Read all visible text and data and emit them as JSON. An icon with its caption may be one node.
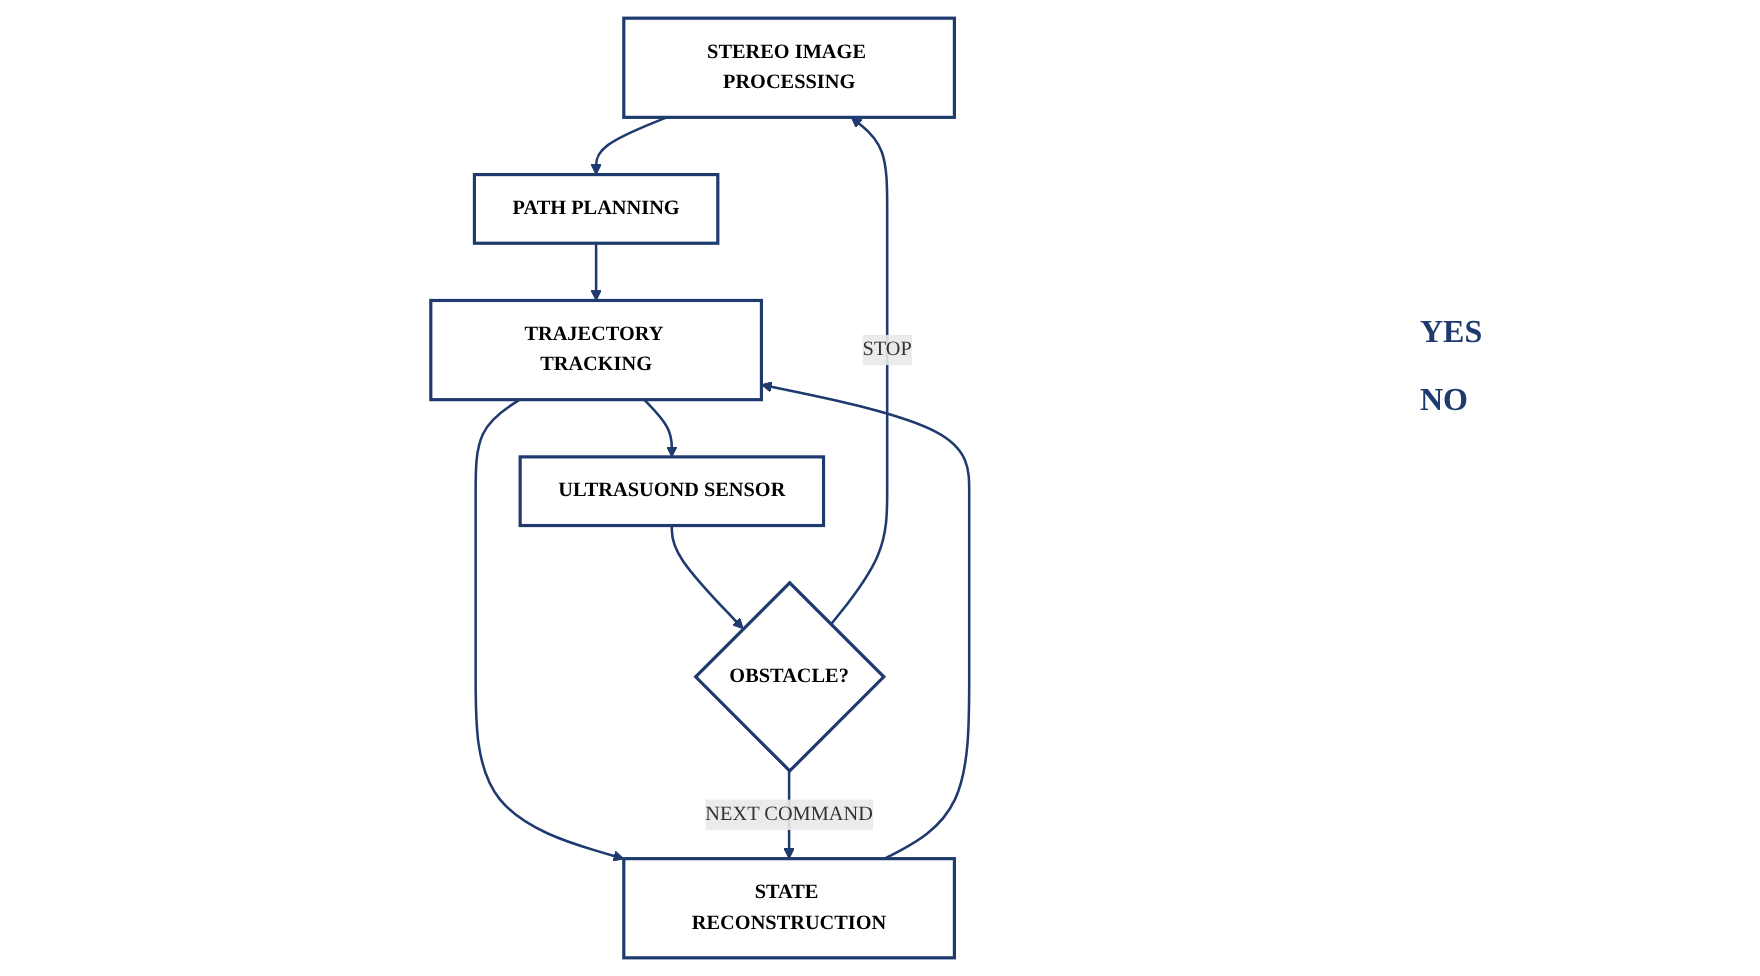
{
  "diagram": {
    "nodes": [
      {
        "text": [
          "STEREO IMAGE PROCESSING"
        ]
      },
      {
        "text": [
          "PATH PLANNING"
        ]
      },
      {
        "text": [
          "TRAJECTORY TRACKING"
        ]
      },
      {
        "text": [
          "STATE RECONSTRUCTION"
        ]
      },
      {
        "text": [
          "ULTRASUOND SENSOR"
        ]
      },
      {
        "text": [
          "OBSTACLE?"
        ]
      }
    ],
    "edges": [
      {
        "from": 0,
        "to": 1,
        "arrow": "to"
      },
      {
        "from": 1,
        "to": 2,
        "arrow": "to"
      },
      {
        "from": 2,
        "to": 3,
        "arrow": "to"
      },
      {
        "from": 3,
        "to": 2,
        "arrow": "to"
      },
      {
        "from": 2,
        "to": 4,
        "arrow": "to"
      },
      {
        "from": 4,
        "to": 5,
        "arrow": "to"
      },
      {
        "from": 5,
        "to": 0,
        "label": "STOP",
        "arrow": "to"
      },
      {
        "from": 5,
        "to": 3,
        "label": "NEXT COMMAND",
        "arrow": "to"
      }
    ],
    "labels": [
      "YES",
      "NO"
    ]
  }
}
